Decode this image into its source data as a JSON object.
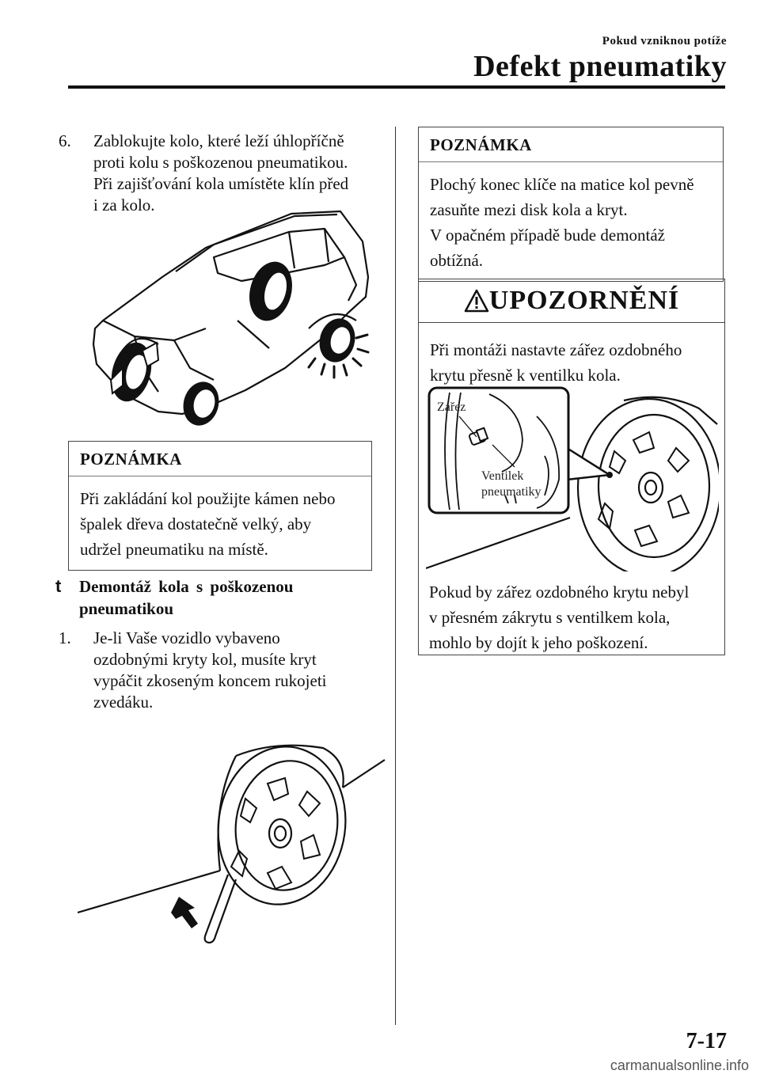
{
  "header": {
    "chapter": "Pokud vzniknou potíže",
    "title": "Defekt pneumatiky"
  },
  "left": {
    "step6": {
      "number": "6.",
      "lines": [
        "Zablokujte kolo, které leží úhlopříčně",
        "proti kolu s poškozenou pneumatikou.",
        "Při zajišťování kola umístěte klín před",
        "i za kolo."
      ]
    },
    "note1": {
      "heading": "POZNÁMKA",
      "lines": [
        "Při zakládání kol použijte kámen nebo",
        "špalek dřeva dostatečně velký, aby",
        "udržel pneumatiku na místě."
      ]
    },
    "section": {
      "bullet": "t",
      "lines": [
        "Demontáž kola s poškozenou",
        "pneumatikou"
      ]
    },
    "step1": {
      "number": "1.",
      "lines": [
        "Je-li Vaše vozidlo vybaveno",
        "ozdobnými kryty kol, musíte kryt",
        "vypáčit zkoseným koncem rukojeti",
        "zvedáku."
      ]
    }
  },
  "right": {
    "note2": {
      "heading": "POZNÁMKA",
      "lines": [
        "Plochý konec klíče na matice kol pevně",
        "zasuňte mezi disk kola a kryt.",
        "V opačném případě bude demontáž",
        "obtížná."
      ]
    },
    "caution": {
      "title": "UPOZORNĚNÍ",
      "text_top": [
        "Při montáži nastavte zářez ozdobného",
        "krytu přesně k ventilku kola."
      ],
      "figure_labels": {
        "notch": "Zářez",
        "valve_line1": "Ventilek",
        "valve_line2": "pneumatiky"
      },
      "text_bottom": [
        "Pokud by zářez ozdobného krytu nebyl",
        "v přesném zákrytu s ventilkem kola,",
        "mohlo by dojít k jeho poškození."
      ]
    }
  },
  "footer": {
    "page_number": "7-17",
    "watermark": "carmanualsonline.info"
  }
}
